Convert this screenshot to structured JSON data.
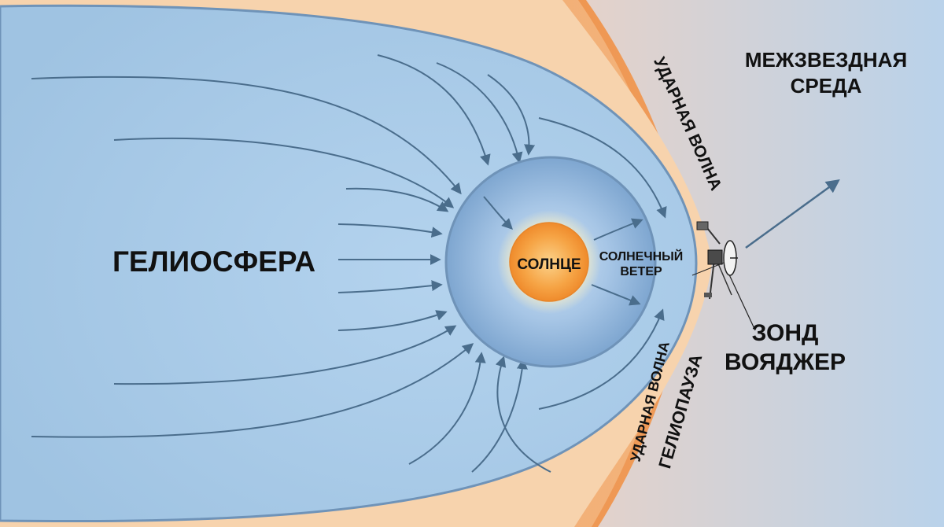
{
  "labels": {
    "heliosphere": "ГЕЛИОСФЕРА",
    "sun": "СОЛНЦЕ",
    "solar_wind_line1": "СОЛНЕЧНЫЙ",
    "solar_wind_line2": "ВЕТЕР",
    "bow_shock_top": "УДАРНАЯ ВОЛНА",
    "bow_shock_bottom": "УДАРНАЯ ВОЛНА",
    "heliopause": "ГЕЛИОПАУЗА",
    "interstellar_line1": "МЕЖЗВЕЗДНАЯ",
    "interstellar_line2": "СРЕДА",
    "voyager_line1": "ЗОНД",
    "voyager_line2": "ВОЯДЖЕР"
  },
  "colors": {
    "heliosphere_fill": "#a7cae6",
    "inner_sphere": "#7fa8d3",
    "sun_core": "#f49a32",
    "sun_glow": "#fbe2a0",
    "sheath": "#f8c89c",
    "bow_shock": "#f08c40",
    "interstellar": "#b9d2ea",
    "arrow": "#4a6d8c"
  }
}
